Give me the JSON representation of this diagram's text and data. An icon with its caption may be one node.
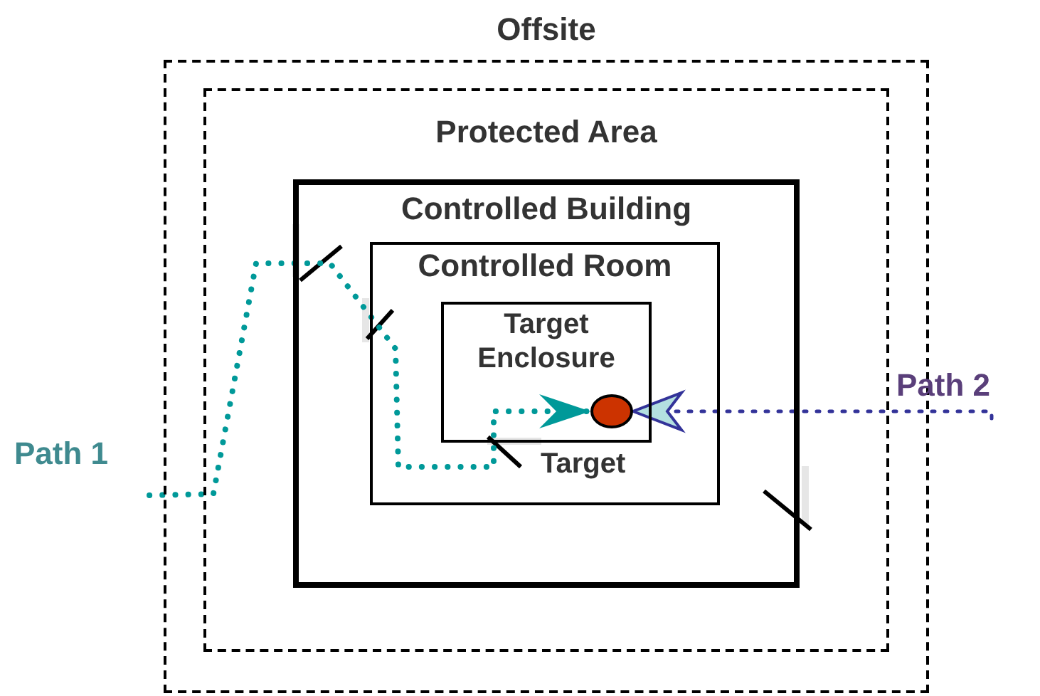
{
  "diagram": {
    "nodes": [
      {
        "text": [
          "Offsite"
        ]
      },
      {
        "text": [
          "Protected Area"
        ],
        "in": 0
      },
      {
        "text": [
          "Controlled Building"
        ],
        "in": 1
      },
      {
        "text": [
          "Controlled Room"
        ],
        "in": 2
      },
      {
        "text": [
          "Target Enclosure"
        ],
        "in": 3
      },
      {
        "text": [],
        "shape": "circle",
        "beside": [
          "Target"
        ],
        "in": 4
      },
      {
        "text": [
          "Path 1"
        ]
      },
      {
        "text": [
          "Path  2"
        ]
      }
    ],
    "edges": [
      {
        "from": 6,
        "to": 5,
        "arrow": "to",
        "style": "dashed",
        "color": "#009999"
      },
      {
        "from": 7,
        "to": 5,
        "arrow": "to",
        "style": "dashed",
        "color": "#333399"
      }
    ]
  }
}
